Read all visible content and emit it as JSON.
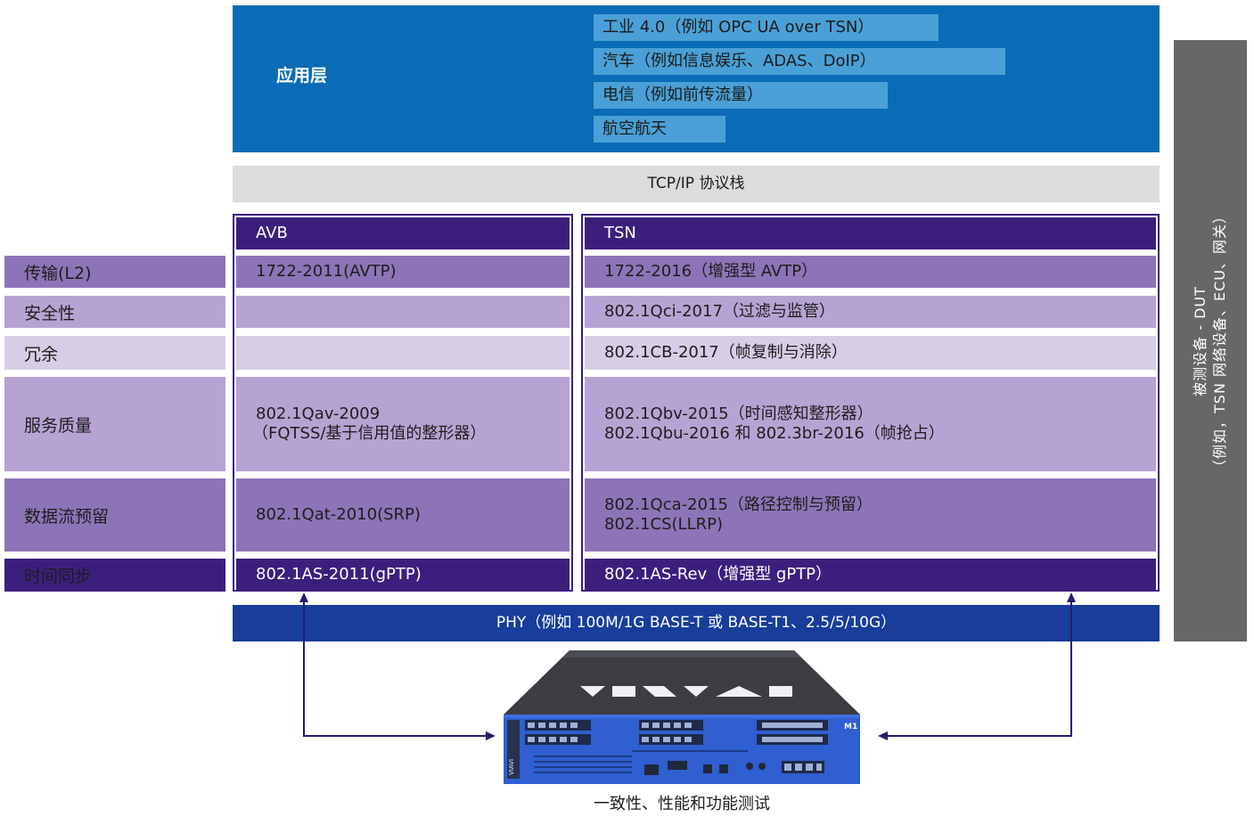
{
  "app_layer": {
    "title": "应用层",
    "items": [
      "工业 4.0（例如 OPC UA over TSN）",
      "汽车（例如信息娱乐、ADAS、DoIP）",
      "电信（例如前传流量）",
      "航空航天"
    ]
  },
  "tcp_ip": "TCP/IP 协议栈",
  "phy": "PHY（例如 100M/1G BASE-T 或 BASE-T1、2.5/5/10G）",
  "dut": {
    "line1": "被测设备 - DUT",
    "line2": "（例如，TSN 网络设备、ECU、网关）"
  },
  "row_labels": [
    "传输(L2)",
    "安全性",
    "冗余",
    "服务质量",
    "数据流预留",
    "时间同步"
  ],
  "avb": {
    "header": "AVB",
    "rows": [
      [
        "1722-2011(AVTP)"
      ],
      [],
      [],
      [
        "802.1Qav-2009",
        "（FQTSS/基于信用值的整形器）"
      ],
      [
        "802.1Qat-2010(SRP)"
      ],
      [
        "802.1AS-2011(gPTP)"
      ]
    ]
  },
  "tsn": {
    "header": "TSN",
    "rows": [
      [
        "1722-2016（增强型 AVTP）"
      ],
      [
        "802.1Qci-2017（过滤与监管）"
      ],
      [
        "802.1CB-2017（帧复制与消除）"
      ],
      [
        "802.1Qbv-2015（时间感知整形器）",
        "802.1Qbu-2016 和 802.3br-2016（帧抢占）"
      ],
      [
        "802.1Qca-2015（路径控制与预留）",
        "802.1CS(LLRP)"
      ],
      [
        "802.1AS-Rev（增强型 gPTP）"
      ]
    ]
  },
  "device": {
    "logo": "VIAVI",
    "model": "M1"
  },
  "caption": "一致性、性能和功能测试",
  "colors": {
    "app_blue": "#0a6cb6",
    "app_chip": "#4aa0d6",
    "tcp_gray": "#dcdcdc",
    "phy_blue": "#183d9b",
    "dut_gray": "#676767",
    "purple_dark": "#3c1f7d",
    "purple_mid": "#8d74b8",
    "purple_light": "#b7a3d3",
    "purple_pale": "#d8cde6",
    "device_blue": "#2f5fd0"
  }
}
